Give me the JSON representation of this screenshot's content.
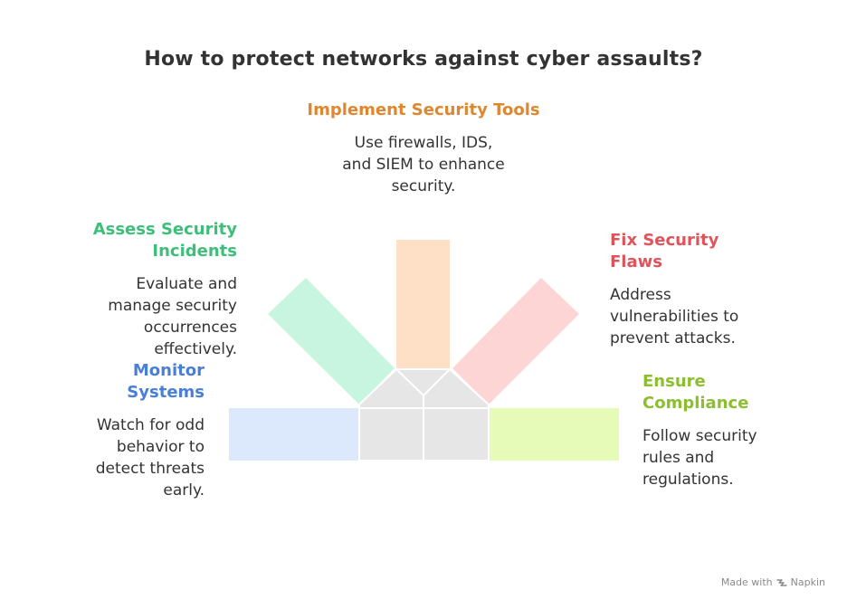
{
  "title": "How to protect networks against cyber assaults?",
  "items": [
    {
      "head": "Monitor Systems",
      "desc": "Watch for odd behavior to detect threats early.",
      "color": "#4a7fd8",
      "fill": "#dce8fb"
    },
    {
      "head": "Assess Security Incidents",
      "desc": "Evaluate and manage security occurrences effectively.",
      "color": "#3dbf7a",
      "fill": "#c8f5df"
    },
    {
      "head": "Implement Security Tools",
      "desc": "Use firewalls, IDS, and SIEM to enhance security.",
      "color": "#e0862e",
      "fill": "#fde0c6"
    },
    {
      "head": "Fix Security Flaws",
      "desc": "Address vulnerabilities to prevent attacks.",
      "color": "#e0535a",
      "fill": "#fdd5d5"
    },
    {
      "head": "Ensure Compliance",
      "desc": "Follow security rules and regulations.",
      "color": "#8cbf2e",
      "fill": "#e6fbb8"
    }
  ],
  "hub_color": "#e6e6e6",
  "footer": {
    "made_with": "Made with",
    "brand": "Napkin"
  }
}
